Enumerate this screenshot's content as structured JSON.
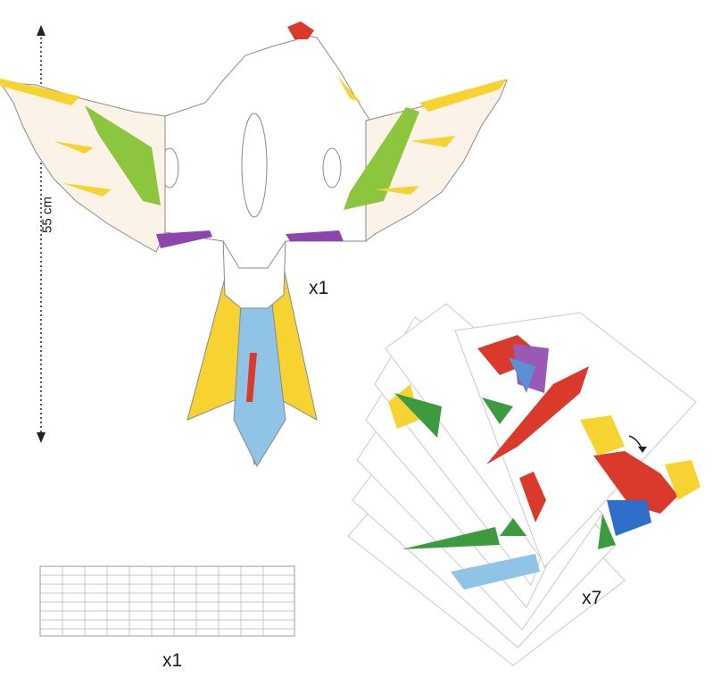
{
  "labels": {
    "bird_quantity": "x1",
    "strip_quantity": "x1",
    "sheets_quantity": "x7",
    "size": "55 cm"
  },
  "colors": {
    "yellow": "#f7d331",
    "green": "#8cc63f",
    "purple": "#8e44ad",
    "red": "#d93a2b",
    "blue": "#8fc4e6",
    "dark_green": "#3b9b3e",
    "outline": "#7a7a7a"
  },
  "icons": {
    "size_arrow": "vertical-double-arrow",
    "rotate_arrow": "curved-arrow"
  }
}
